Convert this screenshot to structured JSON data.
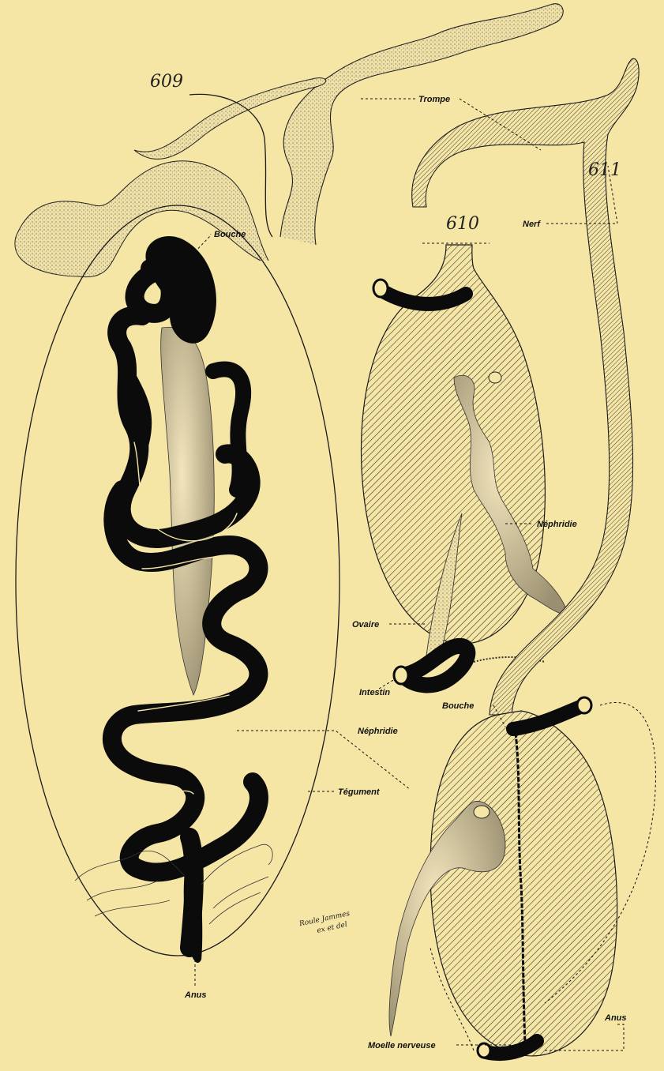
{
  "figure_numbers": {
    "fig609": "609",
    "fig610": "610",
    "fig611": "611"
  },
  "labels": {
    "trompe": "Trompe",
    "bouche_609": "Bouche",
    "nerf": "Nerf",
    "nephridie_610": "Néphridie",
    "ovaire": "Ovaire",
    "intestin": "Intestin",
    "bouche_611": "Bouche",
    "nephridie_609": "Néphridie",
    "tegument": "Tégument",
    "anus_609": "Anus",
    "moelle_nerveuse": "Moelle nerveuse",
    "anus_611": "Anus"
  },
  "signature": {
    "line1": "Roule Jammes",
    "line2": "ex et del"
  },
  "colors": {
    "paper": "#f6e6a6",
    "ink": "#0b0b0b",
    "hatch": "#3a3a3a"
  }
}
